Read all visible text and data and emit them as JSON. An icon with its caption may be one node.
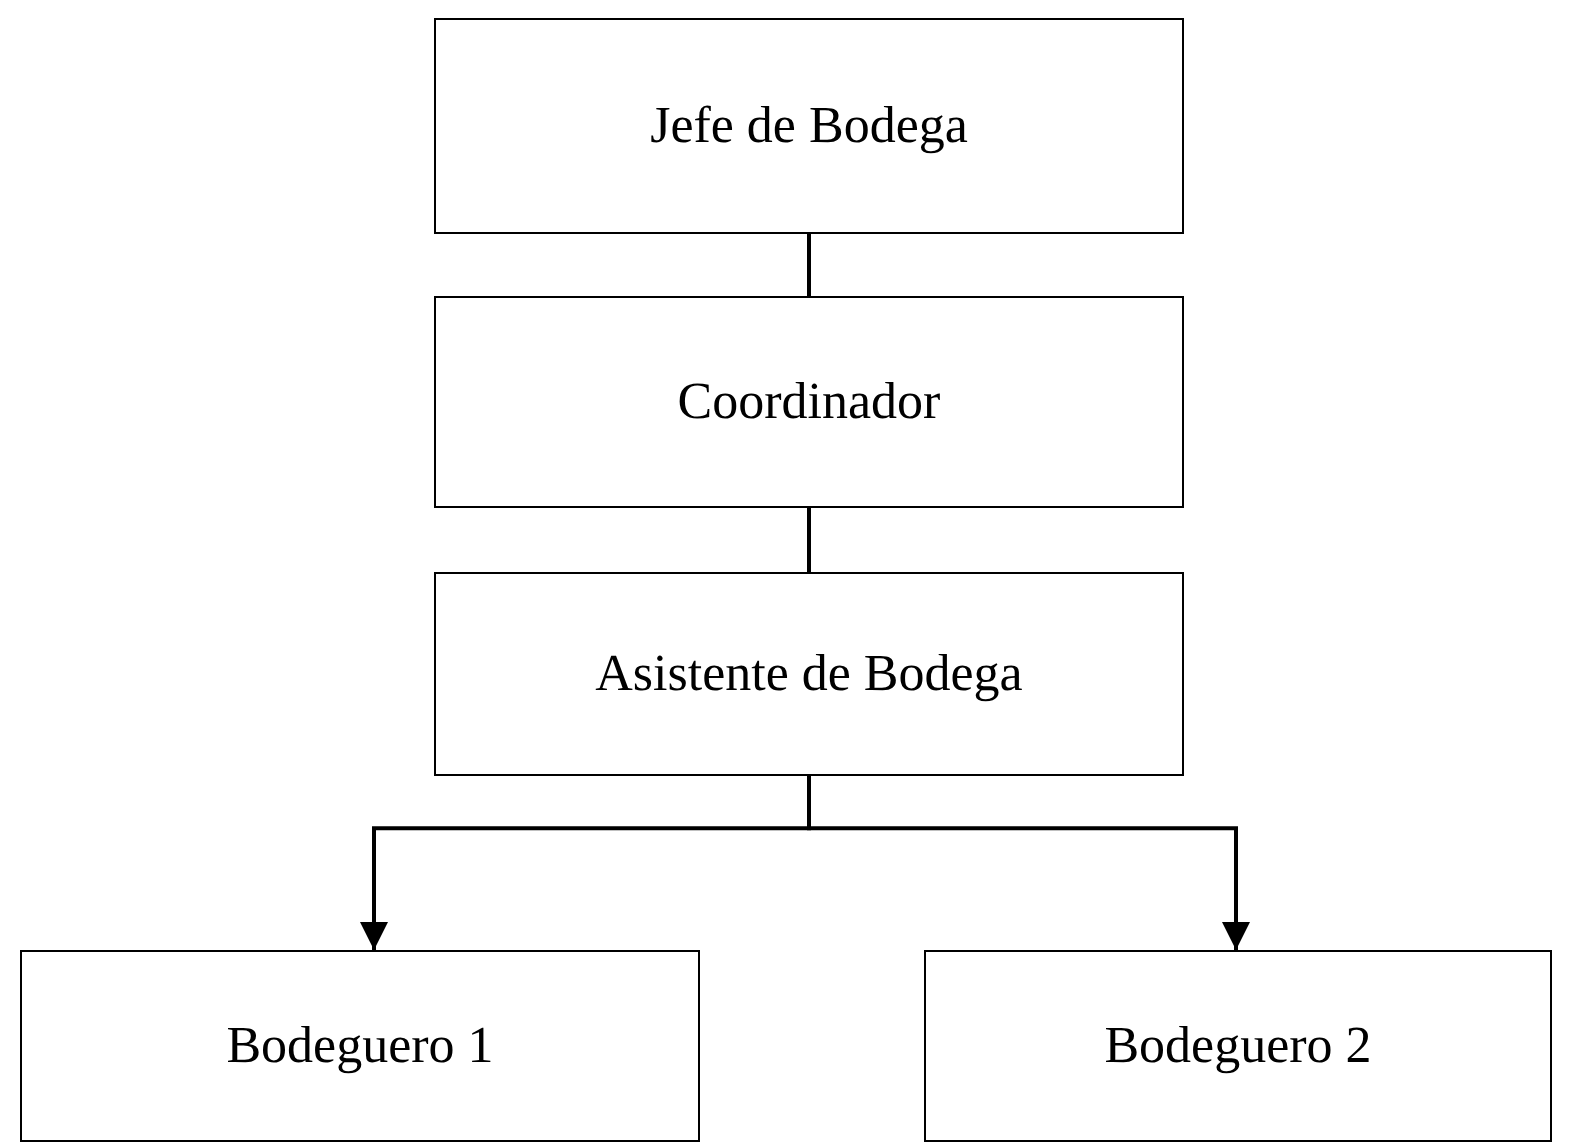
{
  "diagram": {
    "nodes": [
      {
        "text": [
          "Jefe de Bodega"
        ]
      },
      {
        "text": [
          "Coordinador"
        ]
      },
      {
        "text": [
          "Asistente de Bodega"
        ]
      },
      {
        "text": [
          "Bodeguero 1"
        ]
      },
      {
        "text": [
          "Bodeguero 2"
        ]
      }
    ],
    "edges": [
      {
        "from": 0,
        "to": 1,
        "arrow": "none"
      },
      {
        "from": 1,
        "to": 2,
        "arrow": "none"
      },
      {
        "from": 2,
        "to": 3,
        "arrow": "to"
      },
      {
        "from": 2,
        "to": 4,
        "arrow": "to"
      }
    ]
  }
}
